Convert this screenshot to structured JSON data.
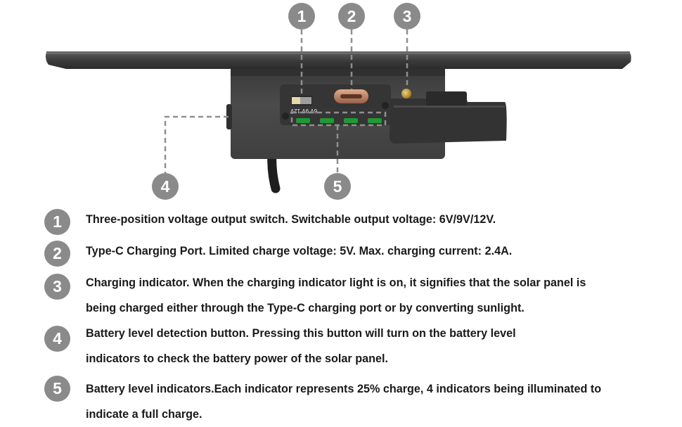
{
  "callouts": [
    "1",
    "2",
    "3",
    "4",
    "5"
  ],
  "switch_marking": "6V 9V 12V",
  "descriptions": [
    {
      "number": "1",
      "lines": [
        "Three-position voltage output switch. Switchable output voltage: 6V/9V/12V."
      ]
    },
    {
      "number": "2",
      "lines": [
        "Type-C Charging Port. Limited charge voltage: 5V. Max. charging current: 2.4A."
      ]
    },
    {
      "number": "3",
      "lines": [
        "Charging indicator. When the charging indicator light is on, it signifies that the solar panel is",
        "being charged either through the Type-C charging port or by converting sunlight."
      ]
    },
    {
      "number": "4",
      "lines": [
        "Battery level detection button. Pressing this button will turn on the battery level",
        "indicators to check the battery power of the solar panel."
      ]
    },
    {
      "number": "5",
      "lines": [
        "Battery level indicators.Each indicator represents 25% charge, 4 indicators being illuminated to",
        "indicate a full charge."
      ]
    }
  ],
  "colors": {
    "badge": "#8a8a8a",
    "device_body": "#4a4a4a",
    "panel": "#3d3d3d",
    "type_c_port": "#c99070",
    "charging_led": "#c9a24a",
    "battery_led": "#1f9a35",
    "dashed_line": "#8f8f8f"
  }
}
